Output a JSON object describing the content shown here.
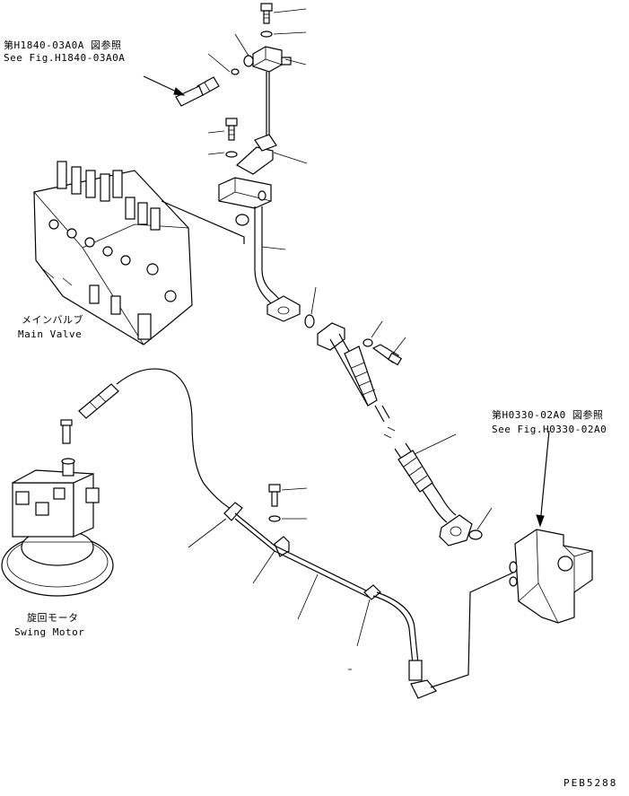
{
  "refs": {
    "top_left_jp": "第H1840-03A0A 図参照",
    "top_left_en": "See Fig.H1840-03A0A",
    "right_jp": "第H0330-02A0 図参照",
    "right_en": "See Fig.H0330-02A0"
  },
  "components": {
    "main_valve_jp": "メインバルブ",
    "main_valve_en": "Main Valve",
    "swing_motor_jp": "旋回モータ",
    "swing_motor_en": "Swing Motor"
  },
  "drawing_code": "PEB5288"
}
